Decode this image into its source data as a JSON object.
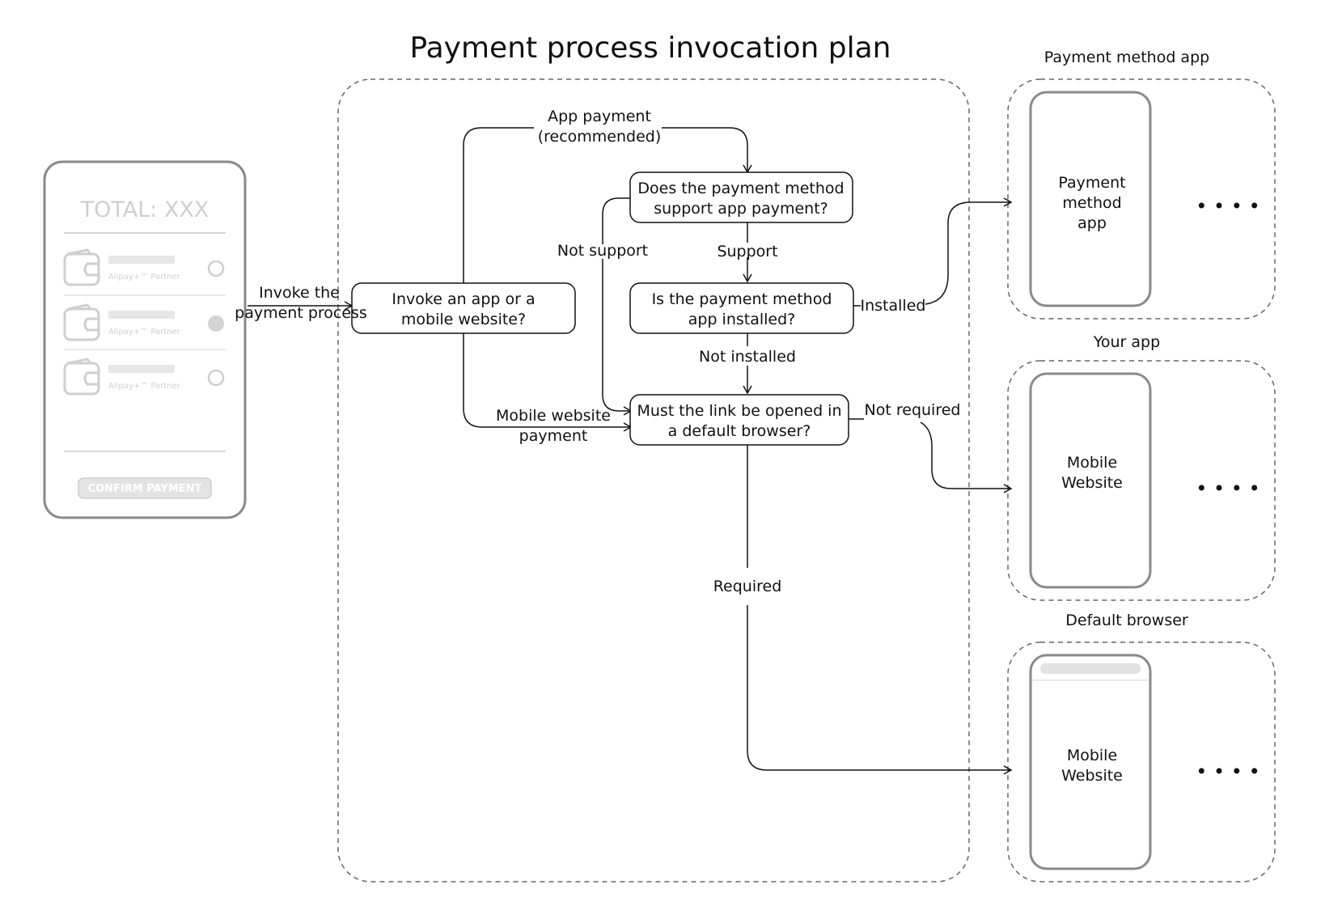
{
  "title": "Payment process invocation plan",
  "phone": {
    "total": "TOTAL: XXX",
    "items": [
      {
        "label": "Alipay+™ Partner"
      },
      {
        "label": "Alipay+™ Partner"
      },
      {
        "label": "Alipay+™ Partner"
      }
    ],
    "confirm": "CONFIRM PAYMENT"
  },
  "edges": {
    "invoke": [
      "Invoke the",
      "payment process"
    ],
    "app_payment": [
      "App payment",
      "(recommended)"
    ],
    "not_support": "Not support",
    "support": "Support",
    "installed": "Installed",
    "not_installed": "Not installed",
    "mobile_website": [
      "Mobile website",
      "payment"
    ],
    "not_required": "Not required",
    "required": "Required"
  },
  "nodes": {
    "invoke": [
      "Invoke an app or a",
      "mobile website?"
    ],
    "support": [
      "Does the payment method",
      "support app payment?"
    ],
    "installed": [
      "Is the payment method",
      "app installed?"
    ],
    "browser": [
      "Must the link be opened in",
      "a default browser?"
    ]
  },
  "targets": [
    {
      "heading": "Payment method app",
      "lines": [
        "Payment",
        "method",
        "app"
      ],
      "ellipsis": "• • • •"
    },
    {
      "heading": "Your app",
      "lines": [
        "Mobile",
        "Website"
      ],
      "ellipsis": "• • • •"
    },
    {
      "heading": "Default browser",
      "lines": [
        "Mobile",
        "Website"
      ],
      "ellipsis": "• • • •"
    }
  ]
}
